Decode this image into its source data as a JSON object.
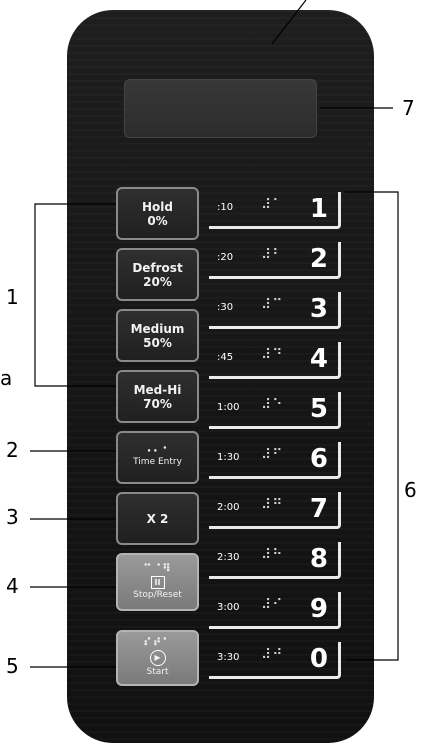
{
  "program_pads": [
    {
      "line1": "Hold",
      "line2": "0%"
    },
    {
      "line1": "Defrost",
      "line2": "20%"
    },
    {
      "line1": "Medium",
      "line2": "50%"
    },
    {
      "line1": "Med-Hi",
      "line2": "70%"
    }
  ],
  "time_entry": {
    "braille": "⠐⠂⠁",
    "label": "Time Entry"
  },
  "x2": {
    "label": "X 2"
  },
  "stop_reset": {
    "braille": "⠉⠈⠻",
    "icon": "II",
    "label": "Stop/Reset"
  },
  "start": {
    "braille": "⠎⠞⠁",
    "icon": "▶",
    "label": "Start"
  },
  "number_keys": [
    {
      "time": ":10",
      "braille": "⠼⠁",
      "digit": "1"
    },
    {
      "time": ":20",
      "braille": "⠼⠃",
      "digit": "2"
    },
    {
      "time": ":30",
      "braille": "⠼⠉",
      "digit": "3"
    },
    {
      "time": ":45",
      "braille": "⠼⠙",
      "digit": "4"
    },
    {
      "time": "1:00",
      "braille": "⠼⠑",
      "digit": "5"
    },
    {
      "time": "1:30",
      "braille": "⠼⠋",
      "digit": "6"
    },
    {
      "time": "2:00",
      "braille": "⠼⠛",
      "digit": "7"
    },
    {
      "time": "2:30",
      "braille": "⠼⠓",
      "digit": "8"
    },
    {
      "time": "3:00",
      "braille": "⠼⠊",
      "digit": "9"
    },
    {
      "time": "3:30",
      "braille": "⠼⠚",
      "digit": "0"
    }
  ],
  "callouts": {
    "c1": "1",
    "c1a": "a",
    "c2": "2",
    "c3": "3",
    "c4": "4",
    "c5": "5",
    "c6": "6",
    "c7": "7"
  },
  "colors": {
    "panel": "#1a1a1a",
    "key_border": "#eaeaea",
    "pad_light": "#8a8a8a"
  }
}
